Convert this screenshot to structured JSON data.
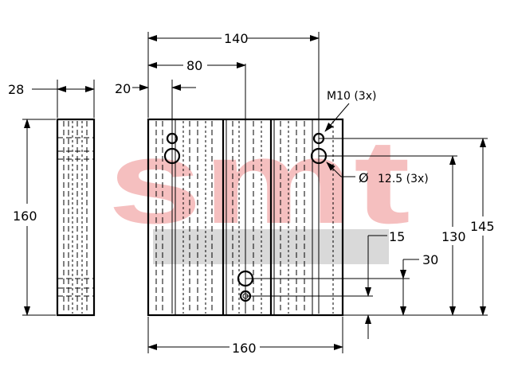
{
  "watermark": {
    "logo_text": "smt",
    "color": "#f4b4b4",
    "band_color": "#d9d9d9"
  },
  "side_view": {
    "width_label": "28",
    "height_label": "160"
  },
  "front_view": {
    "overall_width_top_label": "140",
    "center_offset_label": "80",
    "edge_offset_label": "20",
    "overall_width_bottom_label": "160",
    "thread_note": "M10 (3x)",
    "bore_note": "12.5 (3x)",
    "diameter_symbol": "Ø",
    "height_145_label": "145",
    "height_130_label": "130",
    "height_30_label": "30",
    "height_15_label": "15"
  }
}
